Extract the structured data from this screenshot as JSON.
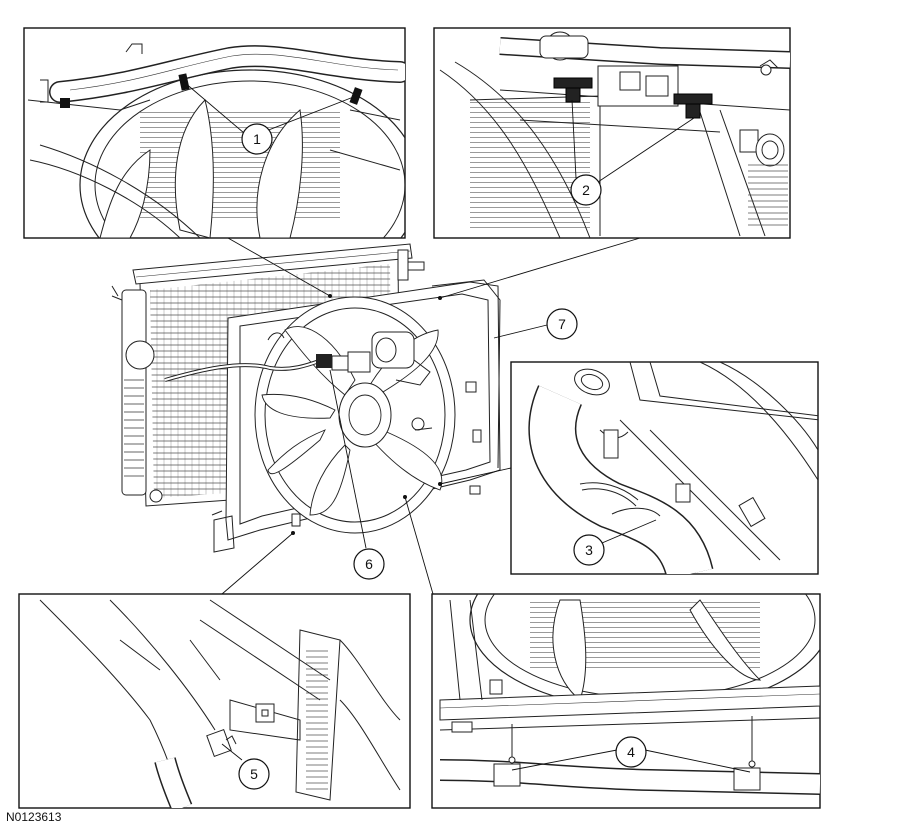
{
  "figure": {
    "id": "N0123613"
  },
  "callouts": [
    {
      "key": "c1",
      "label": "1"
    },
    {
      "key": "c2",
      "label": "2"
    },
    {
      "key": "c3",
      "label": "3"
    },
    {
      "key": "c4",
      "label": "4"
    },
    {
      "key": "c5",
      "label": "5"
    },
    {
      "key": "c6",
      "label": "6"
    },
    {
      "key": "c7",
      "label": "7"
    }
  ]
}
